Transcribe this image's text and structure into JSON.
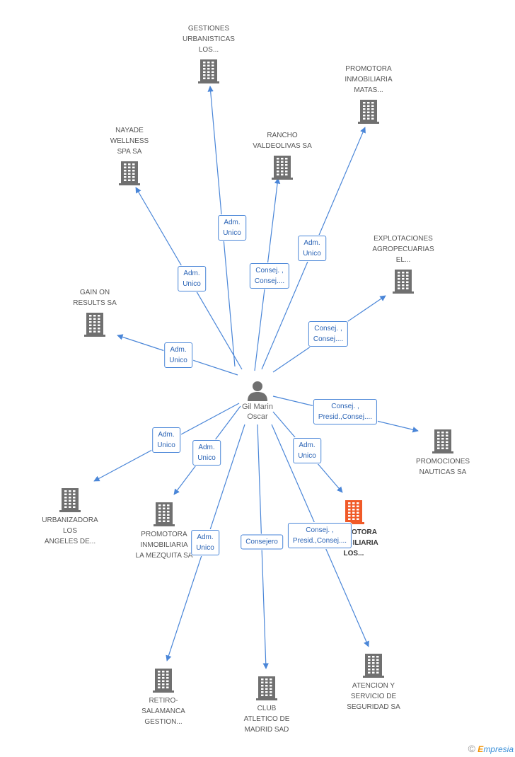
{
  "center": {
    "label": "Gil Marin\nOscar"
  },
  "companies": [
    {
      "id": "gestiones",
      "label": "GESTIONES\nURBANISTICAS\nLOS...",
      "color": "#707070"
    },
    {
      "id": "promotora-matas",
      "label": "PROMOTORA\nINMOBILIARIA\nMATAS...",
      "color": "#707070"
    },
    {
      "id": "nayade",
      "label": "NAYADE\nWELLNESS\nSPA SA",
      "color": "#707070"
    },
    {
      "id": "rancho",
      "label": "RANCHO\nVALDEOLIVAS SA",
      "color": "#707070"
    },
    {
      "id": "explotaciones",
      "label": "EXPLOTACIONES\nAGROPECUARIAS\nEL...",
      "color": "#707070"
    },
    {
      "id": "gain",
      "label": "GAIN ON\nRESULTS SA",
      "color": "#707070"
    },
    {
      "id": "promociones",
      "label": "PROMOCIONES\nNAUTICAS SA",
      "color": "#707070"
    },
    {
      "id": "urbanizadora",
      "label": "URBANIZADORA\nLOS\nANGELES DE...",
      "color": "#707070"
    },
    {
      "id": "mezquita",
      "label": "PROMOTORA\nINMOBILIARIA\nLA MEZQUITA SA",
      "color": "#707070"
    },
    {
      "id": "promotora-los",
      "label": "PROMOTORA\nINMOBILIARIA\nLOS...",
      "color": "#f05a28"
    },
    {
      "id": "retiro",
      "label": "RETIRO-\nSALAMANCA\nGESTION...",
      "color": "#707070"
    },
    {
      "id": "club",
      "label": "CLUB\nATLETICO DE\nMADRID SAD",
      "color": "#707070"
    },
    {
      "id": "atencion",
      "label": "ATENCION Y\nSERVICIO DE\nSEGURIDAD SA",
      "color": "#707070"
    }
  ],
  "relations": [
    {
      "target": "gestiones",
      "label": "Adm.\nUnico"
    },
    {
      "target": "promotora-matas",
      "label": "Adm.\nUnico"
    },
    {
      "target": "nayade",
      "label": "Adm.\nUnico"
    },
    {
      "target": "rancho",
      "label": "Consej. ,\nConsej...."
    },
    {
      "target": "explotaciones",
      "label": "Consej. ,\nConsej...."
    },
    {
      "target": "gain",
      "label": "Adm.\nUnico"
    },
    {
      "target": "promociones",
      "label": "Consej. ,\nPresid.,Consej...."
    },
    {
      "target": "urbanizadora",
      "label": "Adm.\nUnico"
    },
    {
      "target": "mezquita",
      "label": "Adm.\nUnico"
    },
    {
      "target": "promotora-los",
      "label": "Adm.\nUnico"
    },
    {
      "target": "retiro",
      "label": "Adm.\nUnico"
    },
    {
      "target": "club",
      "label": "Consejero"
    },
    {
      "target": "atencion",
      "label": "Consej. ,\nPresid.,Consej...."
    }
  ],
  "style": {
    "edge_color": "#4a86d8",
    "icon_color": "#707070",
    "highlight_color": "#f05a28"
  },
  "footer": {
    "copyright": "©",
    "brand_first": "E",
    "brand_rest": "mpresia"
  }
}
